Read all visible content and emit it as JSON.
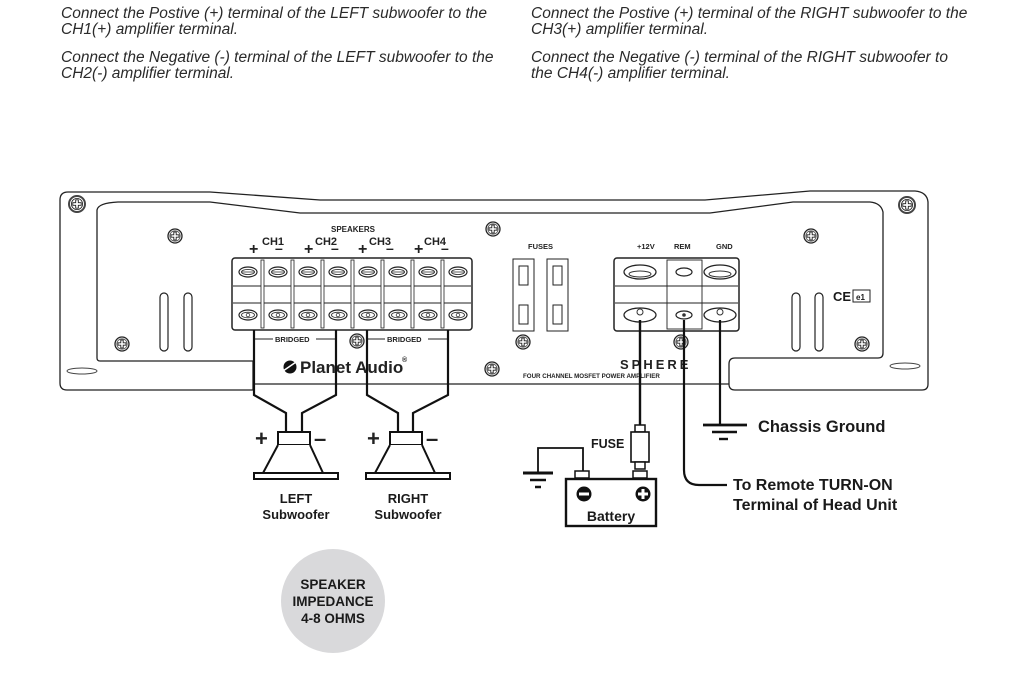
{
  "instructions": {
    "left": [
      "Connect the Postive (+)  terminal of the LEFT subwoofer to the CH1(+) amplifier terminal.",
      "Connect the Negative (-) terminal of the LEFT subwoofer to the CH2(-) amplifier terminal."
    ],
    "right": [
      "Connect the Postive (+)  terminal of the RIGHT subwoofer to the CH3(+) amplifier terminal.",
      "Connect the Negative (-) terminal of the RIGHT subwoofer to the CH4(-) amplifier terminal."
    ]
  },
  "amplifier": {
    "speakers_label": "SPEAKERS",
    "channels": [
      "CH1",
      "CH2",
      "CH3",
      "CH4"
    ],
    "plus": "+",
    "minus": "–",
    "bridged_label": "BRIDGED",
    "brand": "Planet Audio",
    "brand_mark": "®",
    "model": "SPHERE",
    "model_subtitle": "FOUR CHANNEL MOSFET POWER AMPLIFIER",
    "fuses_label": "FUSES",
    "power_terminals": [
      "+12V",
      "REM",
      "GND"
    ],
    "ce_mark": "CE",
    "e_mark": "e1"
  },
  "wiring": {
    "fuse_label": "FUSE",
    "battery_label": "Battery",
    "battery_neg": "−",
    "battery_pos": "+",
    "chassis_ground_label": "Chassis Ground",
    "remote_label_line1": "To Remote TURN-ON",
    "remote_label_line2": "Terminal of Head Unit"
  },
  "subwoofers": [
    {
      "name": "LEFT",
      "type": "Subwoofer",
      "plus": "+",
      "minus": "–"
    },
    {
      "name": "RIGHT",
      "type": "Subwoofer",
      "plus": "+",
      "minus": "–"
    }
  ],
  "impedance_badge": {
    "line1": "SPEAKER",
    "line2": "IMPEDANCE",
    "line3": "4-8 OHMS",
    "color": "#d9d9db"
  }
}
